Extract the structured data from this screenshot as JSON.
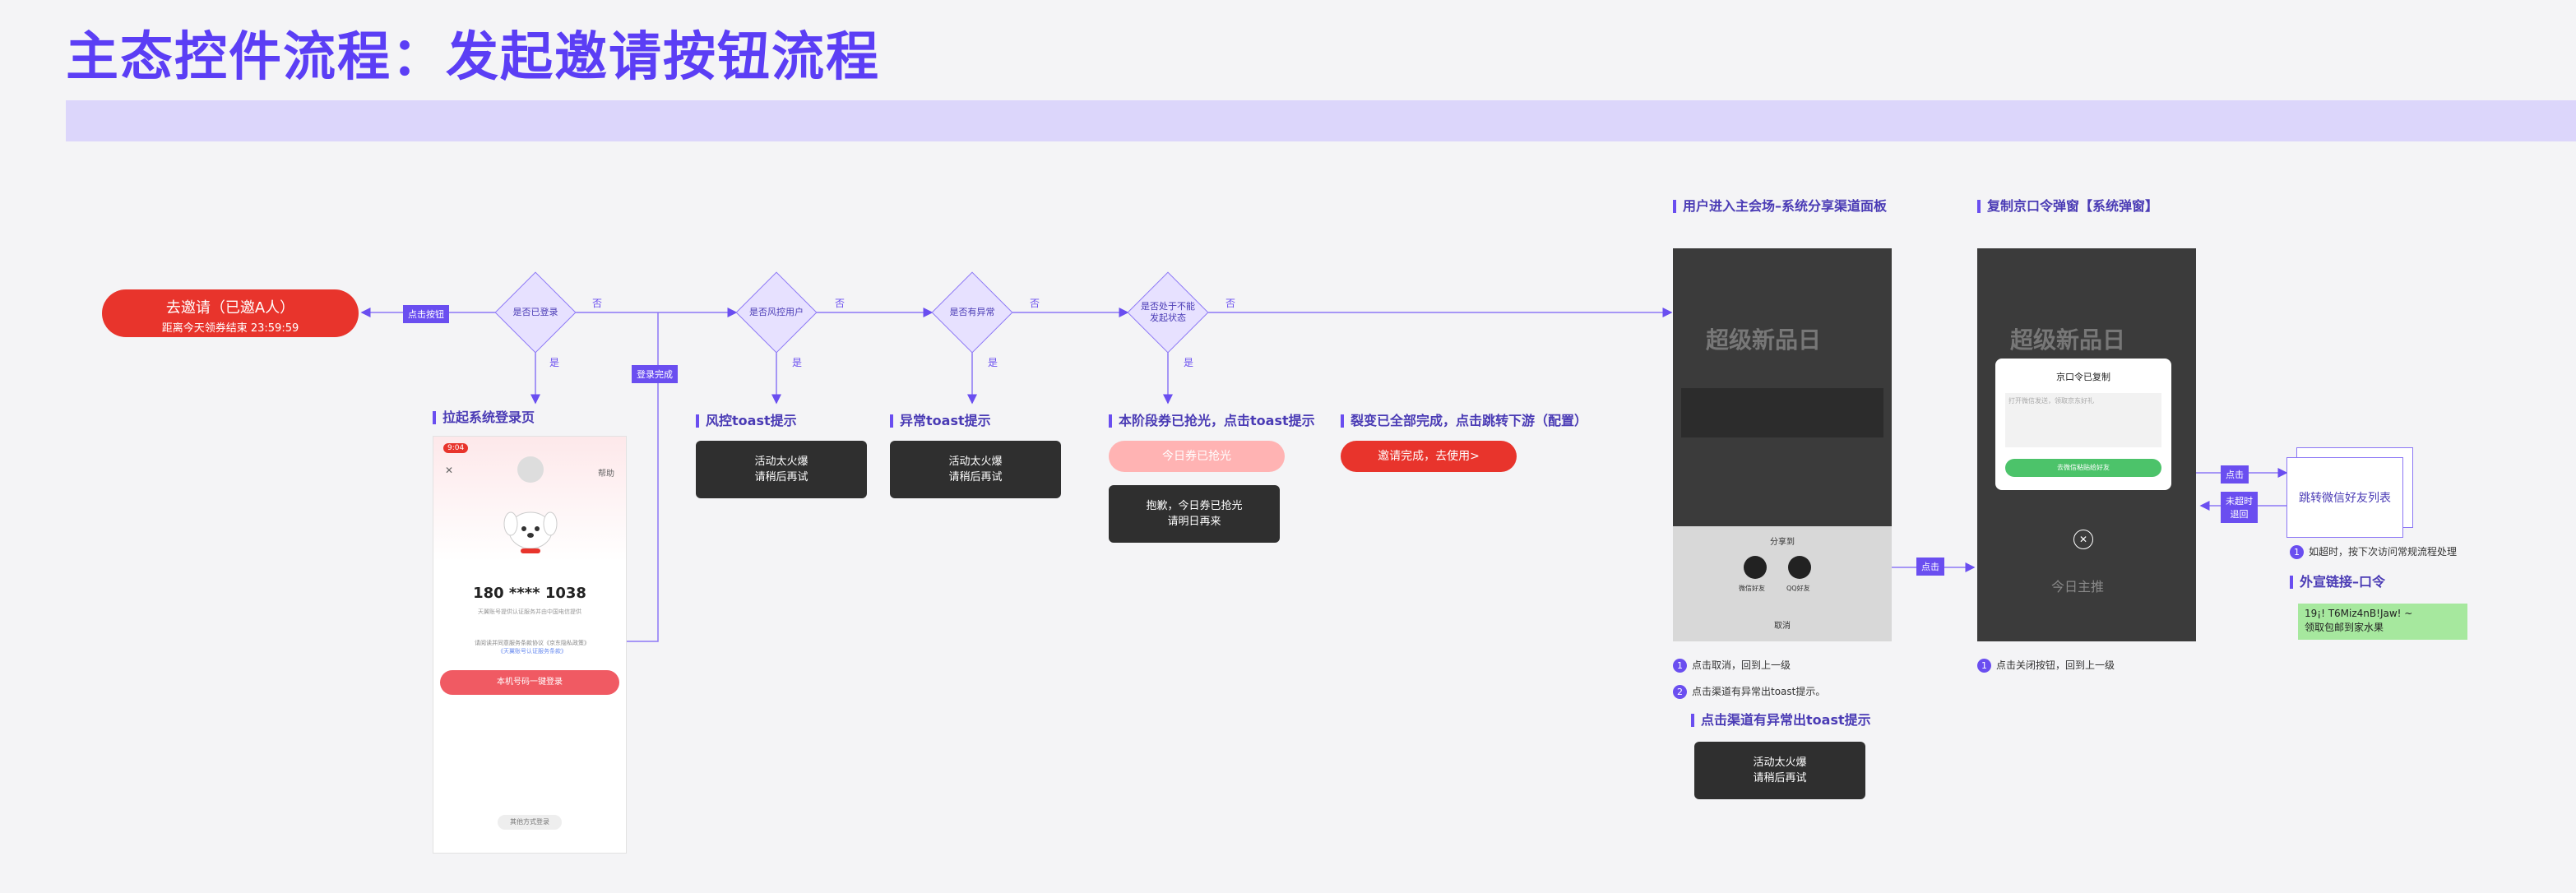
{
  "title": "主态控件流程：发起邀请按钮流程",
  "entry": {
    "label": "去邀请（已邀A人）",
    "countdown": "距离今天领券结束 23:59:59"
  },
  "tags": {
    "click_button": "点击按钮",
    "login_done": "登录完成",
    "click": "点击",
    "timeout_return": "未超时\n退回"
  },
  "decisions": [
    {
      "text": "是否已登录",
      "no": "否",
      "yes": "是"
    },
    {
      "text": "是否风控用户",
      "no": "否",
      "yes": "是"
    },
    {
      "text": "是否有异常",
      "no": "否",
      "yes": "是"
    },
    {
      "text": "是否处于不能\n发起状态",
      "no": "否",
      "yes": "是"
    }
  ],
  "sections": {
    "login": "拉起系统登录页",
    "risk": "风控toast提示",
    "error": "异常toast提示",
    "sold_out": "本阶段券已抢光，点击toast提示",
    "complete": "裂变已全部完成，点击跳转下游（配置）",
    "share_panel": "用户进入主会场–系统分享渠道面板",
    "copy_popup": "复制京口令弹窗【系统弹窗】",
    "channel_error": "点击渠道有异常出toast提示",
    "outside_link": "外宣链接–口令"
  },
  "toast_busy": {
    "line1": "活动太火爆",
    "line2": "请稍后再试"
  },
  "sold_out": {
    "pill": "今日券已抢光",
    "line1": "抱歉，今日券已抢光",
    "line2": "请明日再来"
  },
  "complete_button": "邀请完成，去使用>",
  "login_phone": {
    "time": "9:04",
    "help": "帮助",
    "close": "✕",
    "number": "180 **** 1038",
    "subtitle": "天翼账号提供认证服务并由中国电信提供",
    "agree1": "请阅读并同意服务条款协议《京东隐私政策》",
    "agree2": "《天翼账号认证服务条款》",
    "login_button": "本机号码一键登录",
    "other": "其他方式登录"
  },
  "share_panel": {
    "banner": "超级新品日",
    "share_to": "分享到",
    "wechat": "微信好友",
    "qq": "QQ好友",
    "cancel": "取消",
    "notes": [
      "点击取消，回到上一级",
      "点击渠道有异常出toast提示。"
    ]
  },
  "copy_popup": {
    "banner": "超级新品日",
    "title": "京口令已复制",
    "body": "打开微信发送，领取京东好礼",
    "button": "去微信粘贴给好友",
    "bottom": "今日主推",
    "note": "点击关闭按钮，回到上一级"
  },
  "wechat_box": "跳转微信好友列表",
  "timeout_note": "如超时，按下次访问常规流程处理",
  "outside_link_text": {
    "line1": "19¡! T6Miz4nB!Jaw! ~",
    "line2": "领取包邮到家水果"
  },
  "colors": {
    "accent": "#5b3ef5",
    "red": "#e8342c",
    "green": "#4cc36a"
  }
}
